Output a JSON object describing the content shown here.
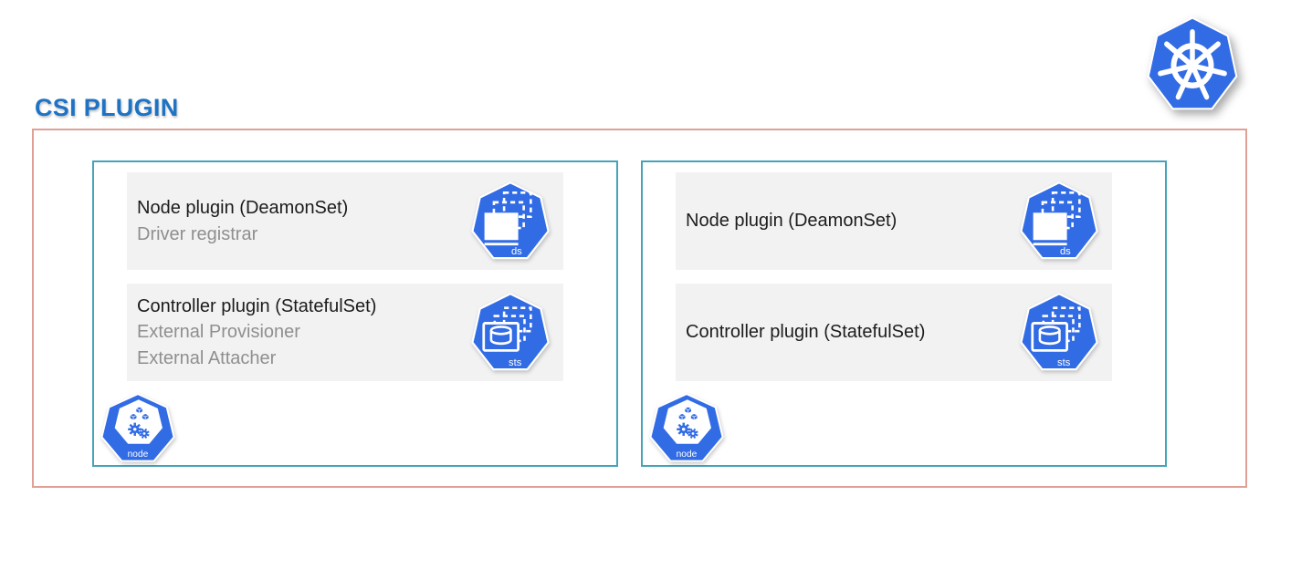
{
  "title": "CSI PLUGIN",
  "colors": {
    "kubernetes_blue": "#326CE5",
    "outer_border_salmon": "#E0A096",
    "panel_border_teal": "#45A3BA",
    "card_background": "#F2F2F2",
    "title_blue": "#1E73C4",
    "card_title_text": "#1C1C1C",
    "card_subtitle_text": "#8F8F8F"
  },
  "logo": {
    "name": "kubernetes-logo"
  },
  "panels": [
    {
      "name": "left-node",
      "cards": [
        {
          "title": "Node plugin (DeamonSet)",
          "subtitles": [
            "Driver registrar"
          ],
          "icon": "daemonset-icon",
          "icon_label": "ds"
        },
        {
          "title": "Controller plugin (StatefulSet)",
          "subtitles": [
            "External Provisioner",
            "External Attacher"
          ],
          "icon": "statefulset-icon",
          "icon_label": "sts"
        }
      ],
      "node_icon": "kubernetes-node-icon",
      "node_icon_label": "node"
    },
    {
      "name": "right-node",
      "cards": [
        {
          "title": "Node plugin (DeamonSet)",
          "subtitles": [],
          "icon": "daemonset-icon",
          "icon_label": "ds"
        },
        {
          "title": "Controller plugin (StatefulSet)",
          "subtitles": [],
          "icon": "statefulset-icon",
          "icon_label": "sts"
        }
      ],
      "node_icon": "kubernetes-node-icon",
      "node_icon_label": "node"
    }
  ]
}
